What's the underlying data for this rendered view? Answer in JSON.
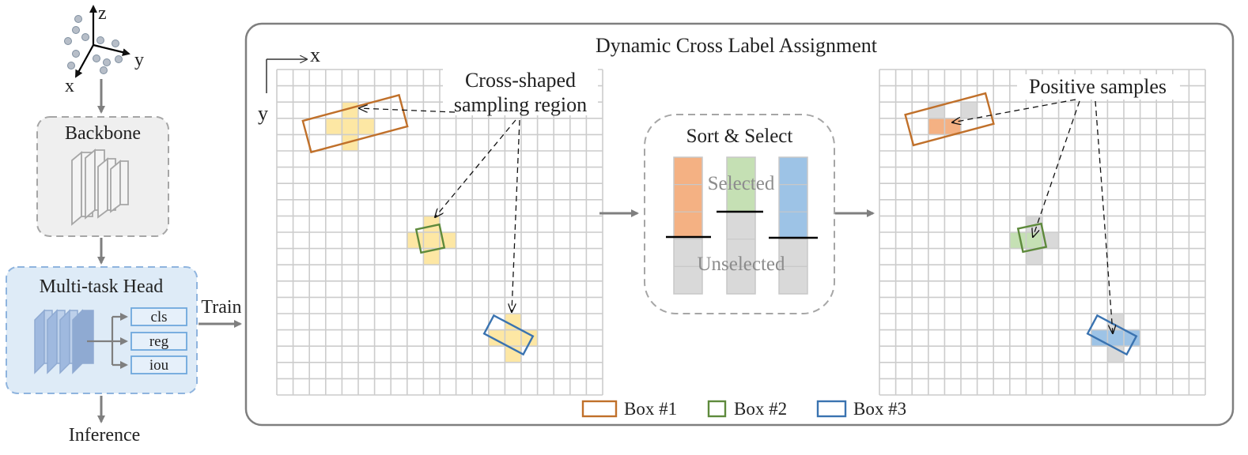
{
  "axes3d": {
    "z": "z",
    "y": "y",
    "x": "x"
  },
  "backbone": {
    "title": "Backbone"
  },
  "head": {
    "title": "Multi-task Head",
    "outputs": [
      "cls",
      "reg",
      "iou"
    ]
  },
  "flow": {
    "train": "Train",
    "inference": "Inference"
  },
  "panel": {
    "title": "Dynamic Cross Label Assignment"
  },
  "grid_left": {
    "x_axis": "x",
    "y_axis": "y",
    "annotation_line1": "Cross-shaped",
    "annotation_line2": "sampling region"
  },
  "sort": {
    "title": "Sort & Select",
    "selected": "Selected",
    "unselected": "Unselected"
  },
  "grid_right": {
    "annotation": "Positive samples"
  },
  "legend": [
    "Box #1",
    "Box #2",
    "Box #3"
  ],
  "colors": {
    "box1": "#c0702a",
    "box2": "#5e8a3c",
    "box3": "#3a73b0",
    "sample_yellow": "#fde7a4",
    "orange_fill": "#f4b183",
    "green_fill": "#c5e0b4",
    "blue_fill": "#9dc3e6",
    "gray_fill": "#d9d9d9",
    "grid": "#cccccc",
    "head_bg": "#deebf7",
    "backbone_bg": "#efefef"
  }
}
